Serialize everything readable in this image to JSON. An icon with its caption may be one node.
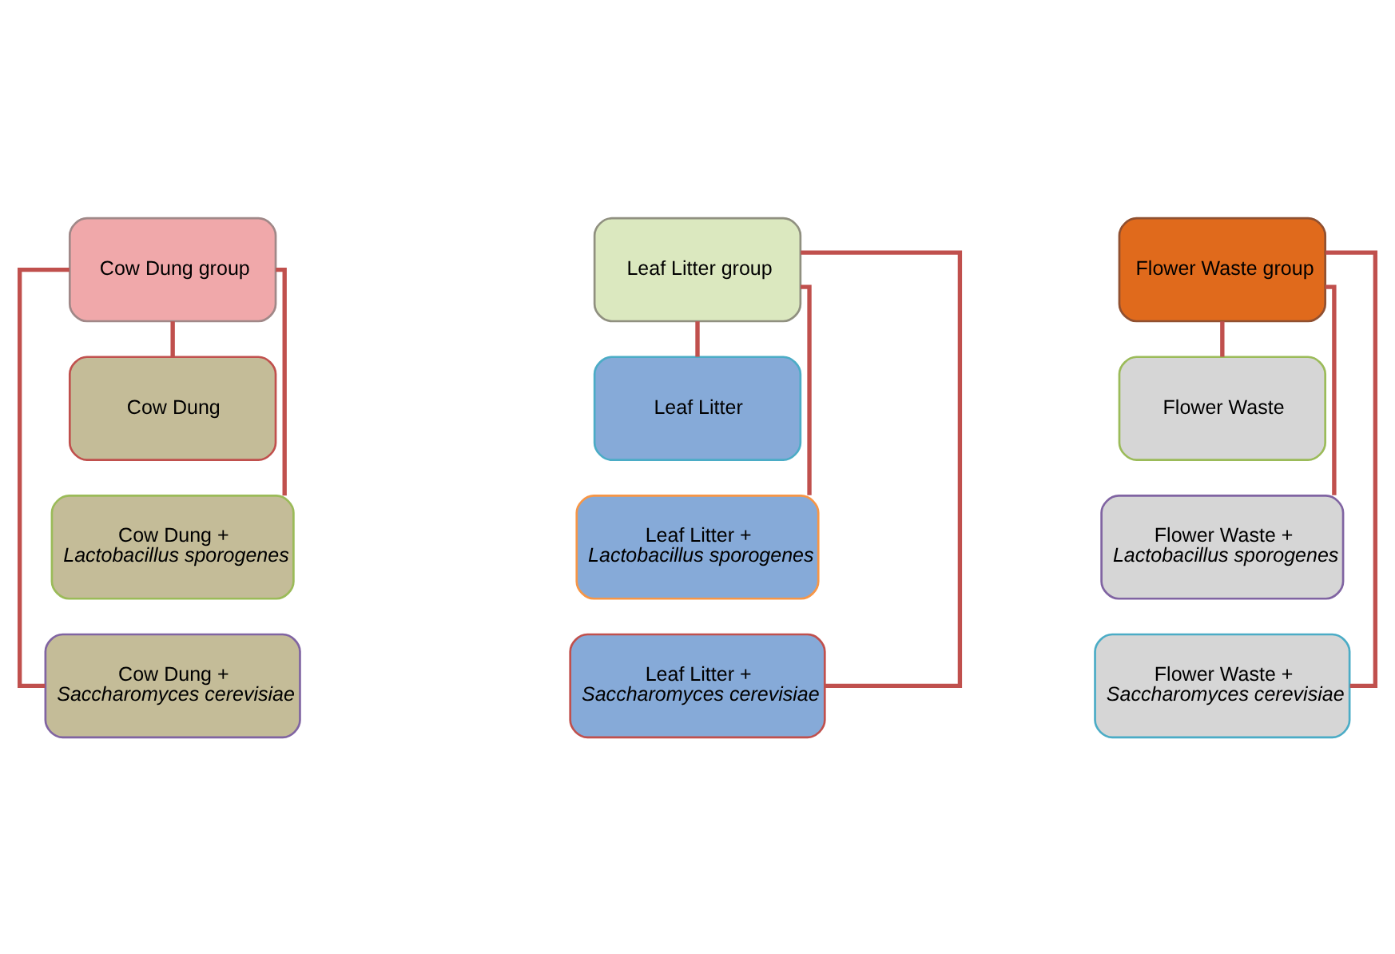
{
  "diagram": {
    "nodes": [
      {
        "text": [
          "Cow Dung group"
        ]
      },
      {
        "text": [
          "Cow Dung"
        ]
      },
      {
        "text": [
          "Cow Dung + *Lactobacillus sporogenes*"
        ]
      },
      {
        "text": [
          "Cow Dung + *Saccharomyces cerevisiae*"
        ]
      },
      {
        "text": [
          "Leaf Litter group"
        ]
      },
      {
        "text": [
          "Leaf Litter"
        ]
      },
      {
        "text": [
          "Leaf Litter + *Lactobacillus sporogenes*"
        ]
      },
      {
        "text": [
          "Leaf Litter + *Saccharomyces cerevisiae*"
        ]
      },
      {
        "text": [
          "Flower Waste group"
        ]
      },
      {
        "text": [
          "Flower Waste"
        ]
      },
      {
        "text": [
          "Flower Waste + *Lactobacillus sporogenes*"
        ]
      },
      {
        "text": [
          "Flower Waste + *Saccharomyces cerevisiae*"
        ]
      }
    ],
    "edges": [
      {
        "from": 0,
        "to": 1,
        "arrow": "none"
      },
      {
        "from": 0,
        "to": 2,
        "arrow": "none"
      },
      {
        "from": 0,
        "to": 3,
        "arrow": "none"
      },
      {
        "from": 4,
        "to": 5,
        "arrow": "none"
      },
      {
        "from": 4,
        "to": 6,
        "arrow": "none"
      },
      {
        "from": 4,
        "to": 7,
        "arrow": "none"
      },
      {
        "from": 8,
        "to": 9,
        "arrow": "none"
      },
      {
        "from": 8,
        "to": 10,
        "arrow": "none"
      },
      {
        "from": 8,
        "to": 11,
        "arrow": "none"
      }
    ]
  }
}
